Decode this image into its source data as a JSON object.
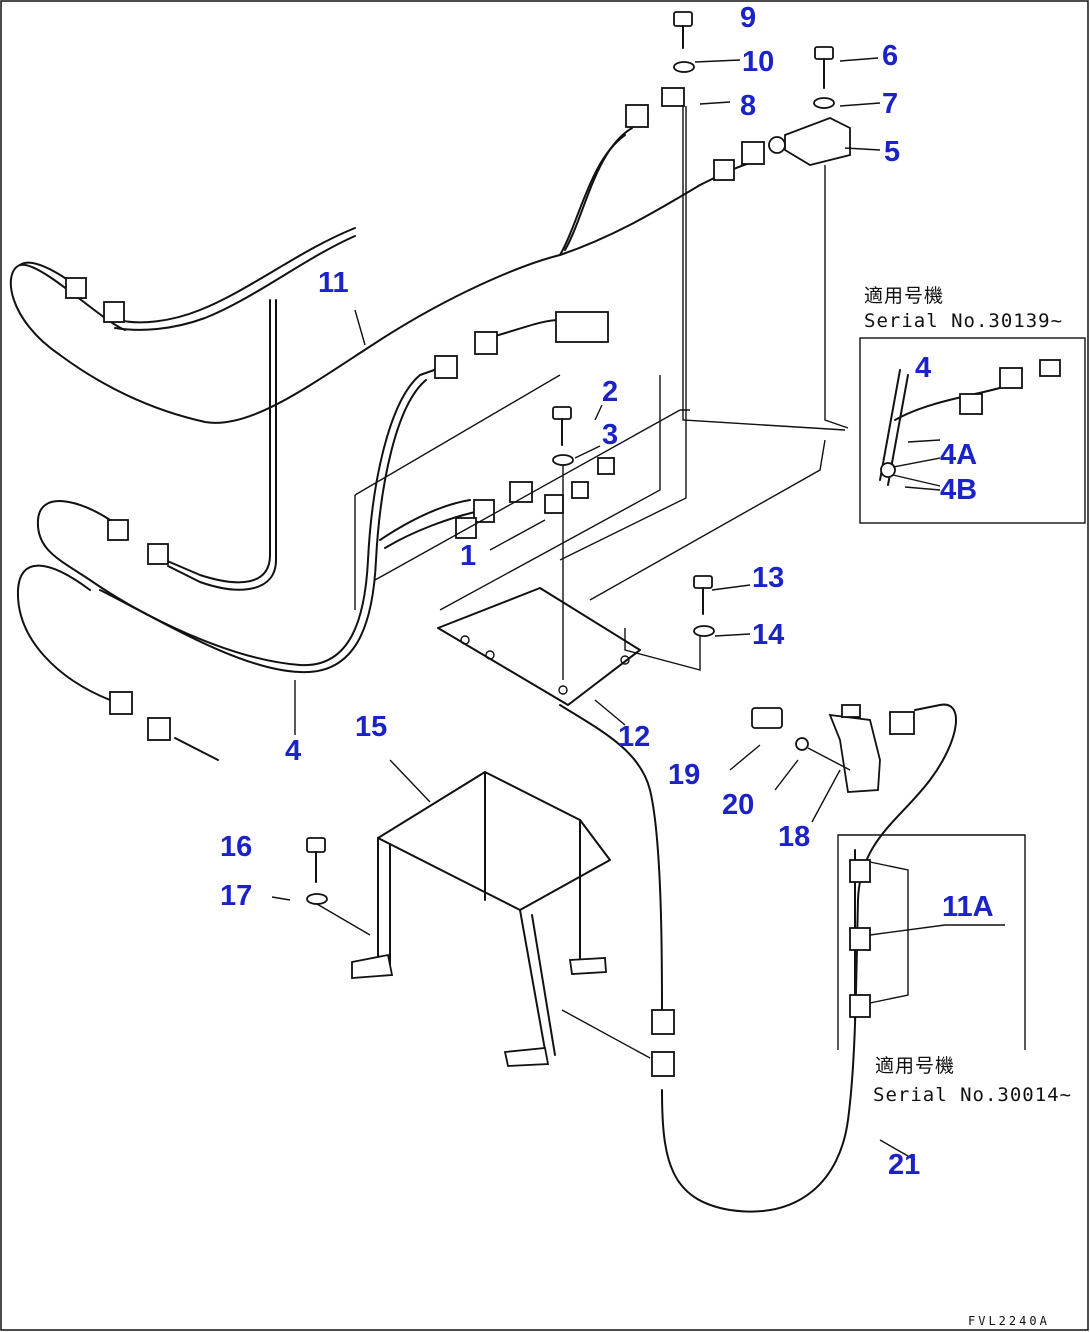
{
  "labels": {
    "p1": "1",
    "p2": "2",
    "p3": "3",
    "p4": "4",
    "p4_lower": "4",
    "p4a": "4A",
    "p4b": "4B",
    "p5": "5",
    "p6": "6",
    "p7": "7",
    "p8": "8",
    "p9": "9",
    "p10": "10",
    "p11": "11",
    "p11a": "11A",
    "p12": "12",
    "p13": "13",
    "p14": "14",
    "p15": "15",
    "p16": "16",
    "p17": "17",
    "p18": "18",
    "p19": "19",
    "p20": "20",
    "p21": "21"
  },
  "inset_top": {
    "applicable_models": "適用号機",
    "serial": "Serial No.30139~"
  },
  "inset_bottom": {
    "applicable_models": "適用号機",
    "serial": "Serial No.30014~"
  },
  "drawing_code": "FVL2240A",
  "colors": {
    "label": "#1a22c8",
    "line": "#111111"
  }
}
